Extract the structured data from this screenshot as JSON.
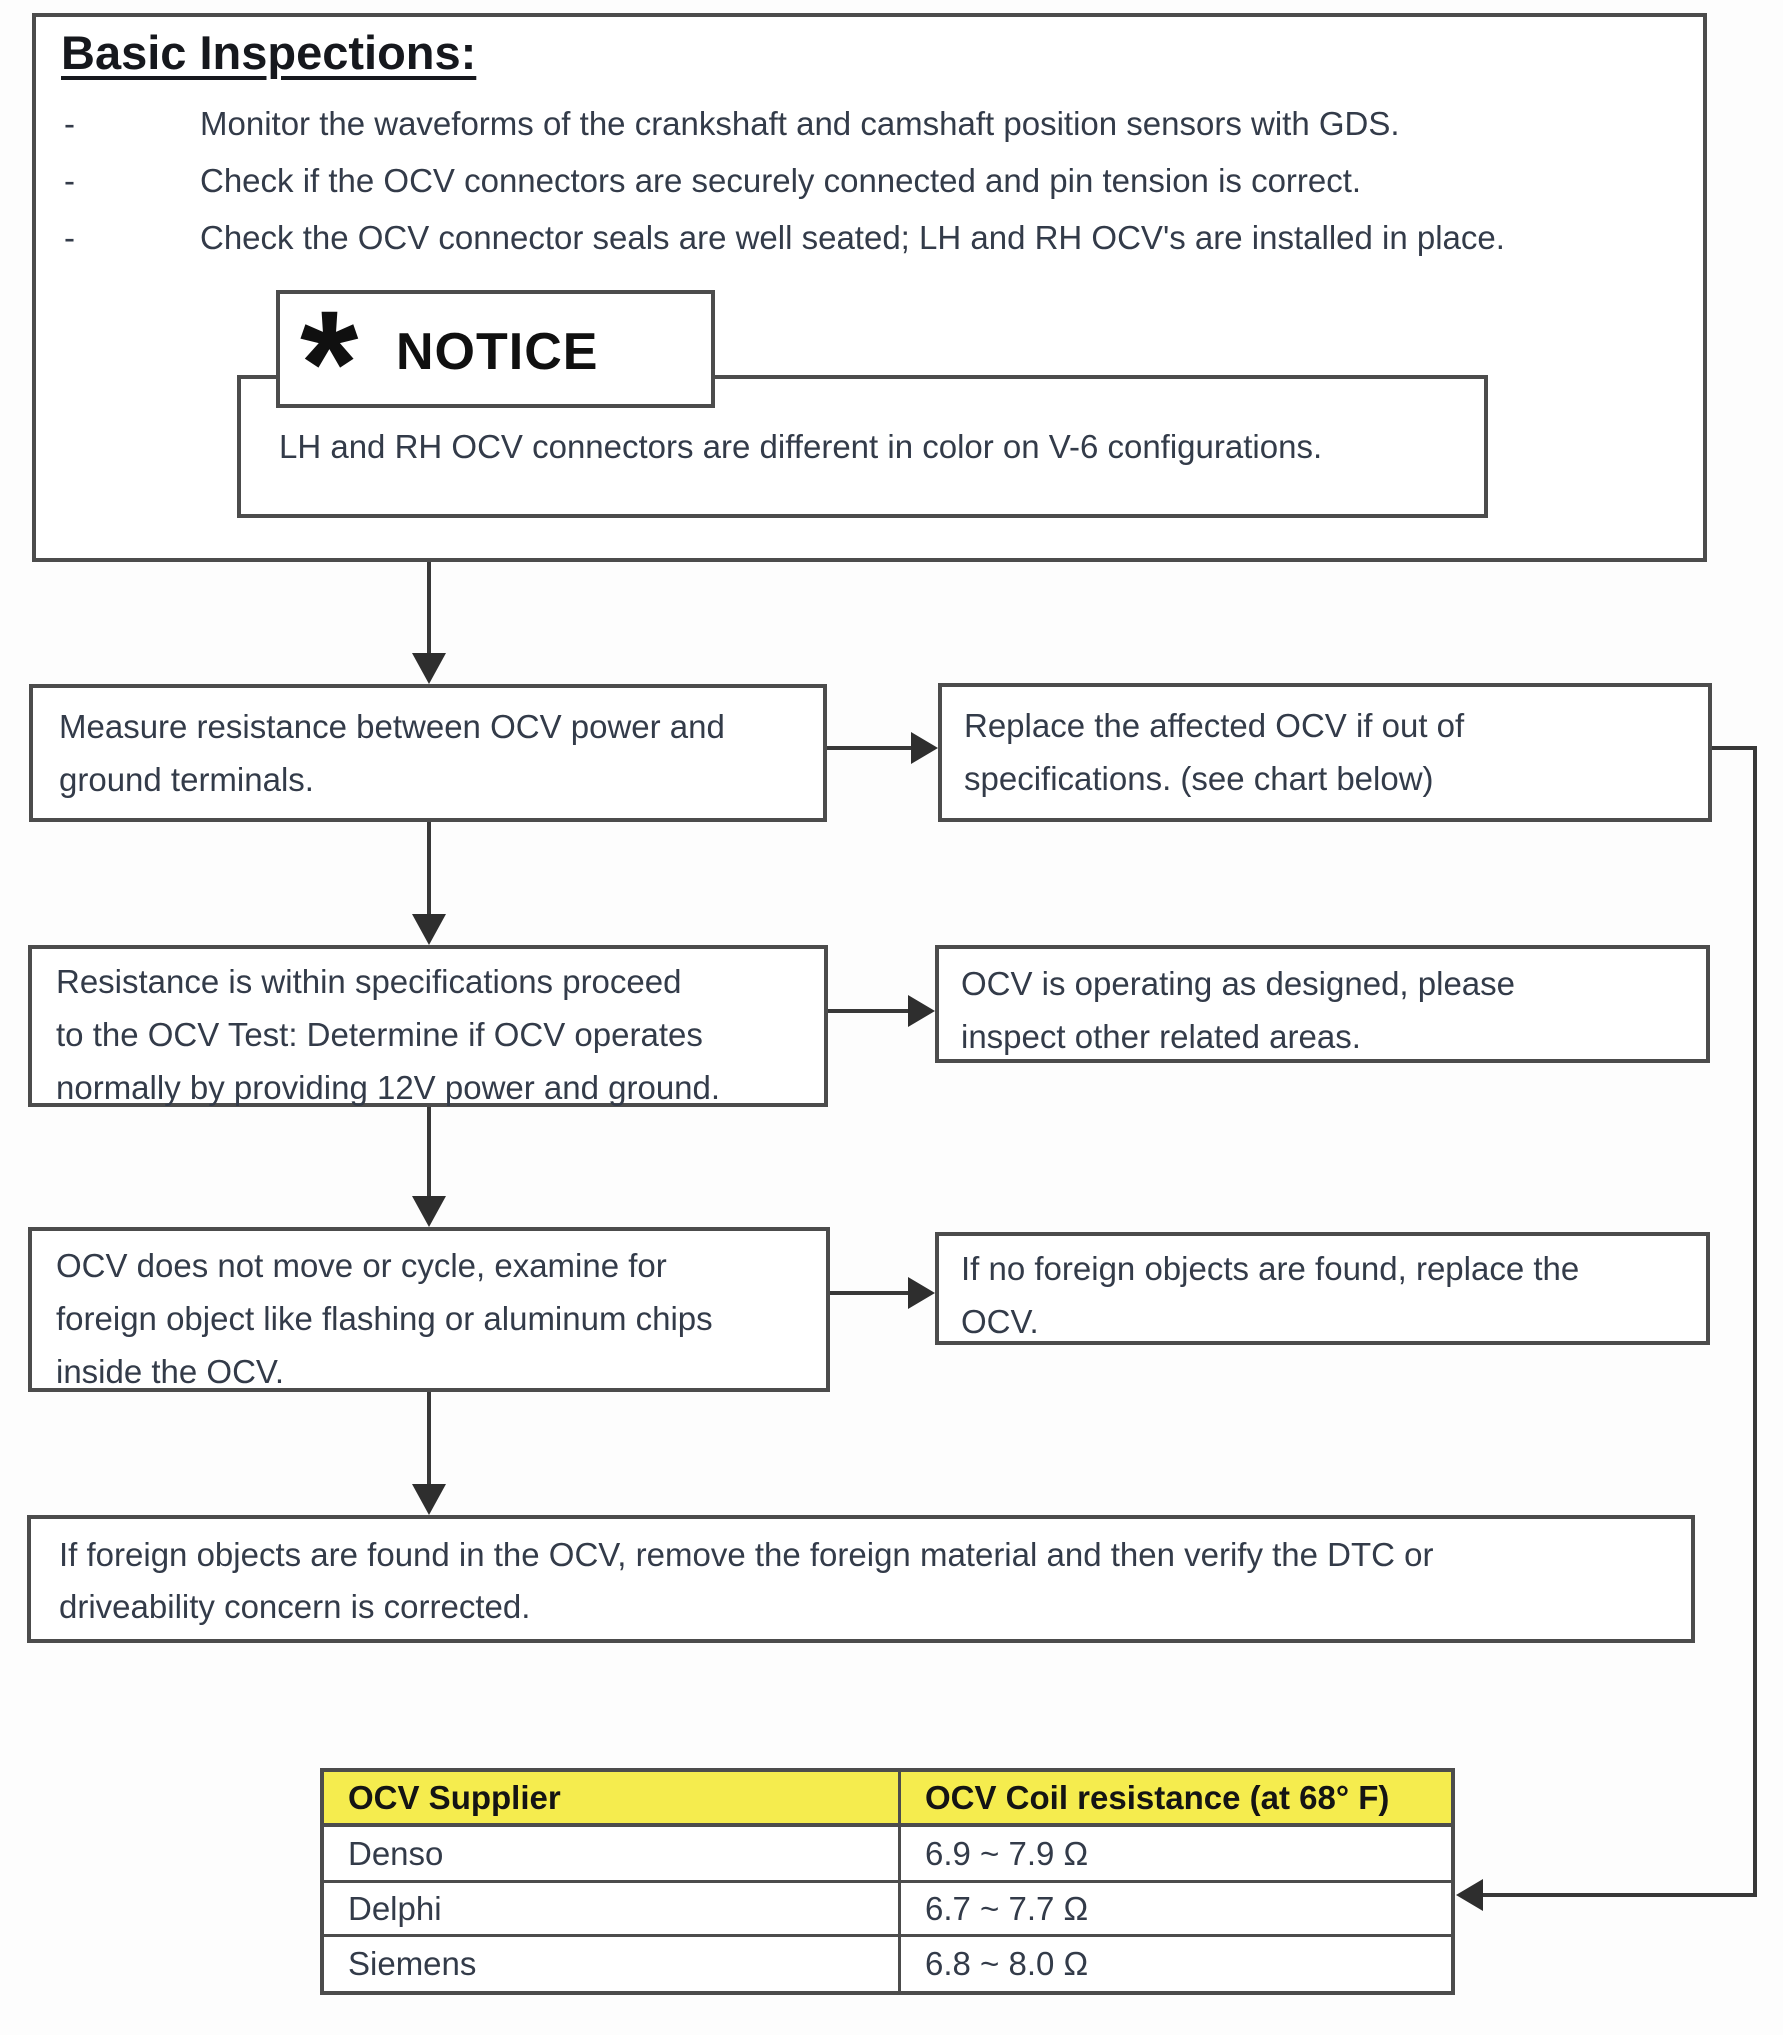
{
  "basic_inspections": {
    "title": "Basic Inspections:",
    "bullet_marker": "-",
    "bullets": [
      "Monitor the waveforms of the crankshaft and camshaft position sensors with GDS.",
      "Check if the OCV connectors are securely connected and pin tension is correct.",
      "Check the OCV connector seals are well seated; LH and RH OCV's are installed in place."
    ],
    "notice": {
      "icon": "*",
      "label": "NOTICE",
      "text": "LH and RH OCV connectors are different in color on V-6 configurations."
    }
  },
  "flow": {
    "boxes": [
      {
        "name": "measure-resistance",
        "lines": [
          "Measure resistance between OCV power and",
          "ground terminals."
        ]
      },
      {
        "name": "replace-ocv-out-of-spec",
        "lines": [
          "Replace the affected OCV if out of",
          "specifications. (see chart below)"
        ]
      },
      {
        "name": "ocv-test",
        "lines": [
          "Resistance is within specifications proceed",
          "to the OCV Test: Determine if OCV operates",
          "normally by providing 12V power and ground."
        ]
      },
      {
        "name": "operating-as-designed",
        "lines": [
          "OCV is operating as designed, please",
          "inspect other related areas."
        ]
      },
      {
        "name": "examine-foreign-objects",
        "lines": [
          "OCV does not move or cycle, examine for",
          "foreign object like flashing or aluminum chips",
          "inside the OCV."
        ]
      },
      {
        "name": "replace-if-no-objects",
        "lines": [
          "If no foreign objects are found, replace the",
          "OCV."
        ]
      },
      {
        "name": "remove-foreign-material",
        "lines": [
          "If foreign objects are found in the OCV, remove the foreign material and then verify the DTC or",
          "driveability concern is corrected."
        ]
      }
    ]
  },
  "table": {
    "headers": [
      "OCV Supplier",
      "OCV Coil resistance (at 68° F)"
    ],
    "rows": [
      [
        "Denso",
        "6.9 ~ 7.9 Ω"
      ],
      [
        "Delphi",
        "6.7 ~ 7.7 Ω"
      ],
      [
        "Siemens",
        "6.8 ~ 8.0 Ω"
      ]
    ]
  },
  "colors": {
    "table_header_bg": "#f5ec4e",
    "line": "#383838",
    "text": "#333b49"
  }
}
